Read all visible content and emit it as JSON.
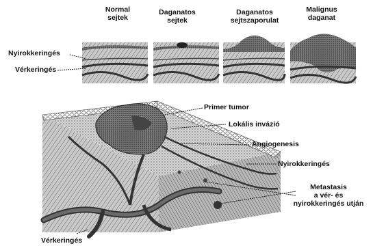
{
  "stages": [
    {
      "line1": "Normal",
      "line2": "sejtek"
    },
    {
      "line1": "Daganatos",
      "line2": "sejtek"
    },
    {
      "line1": "Daganatos",
      "line2": "sejtszaporulat"
    },
    {
      "line1": "Malignus",
      "line2": "daganat"
    }
  ],
  "top_left_labels": {
    "lymph": "Nyirokkeringés",
    "blood": "Vérkeringés"
  },
  "main_labels": {
    "primary_tumor": "Primer tumor",
    "local_invasion": "Lokális invázió",
    "angiogenesis": "Angiogenesis",
    "lymph": "Nyirokkeringés",
    "metastasis_1": "Metastasis",
    "metastasis_2": "a vér- és",
    "metastasis_3": "nyirokkeringés utján",
    "blood": "Vérkeringés"
  }
}
